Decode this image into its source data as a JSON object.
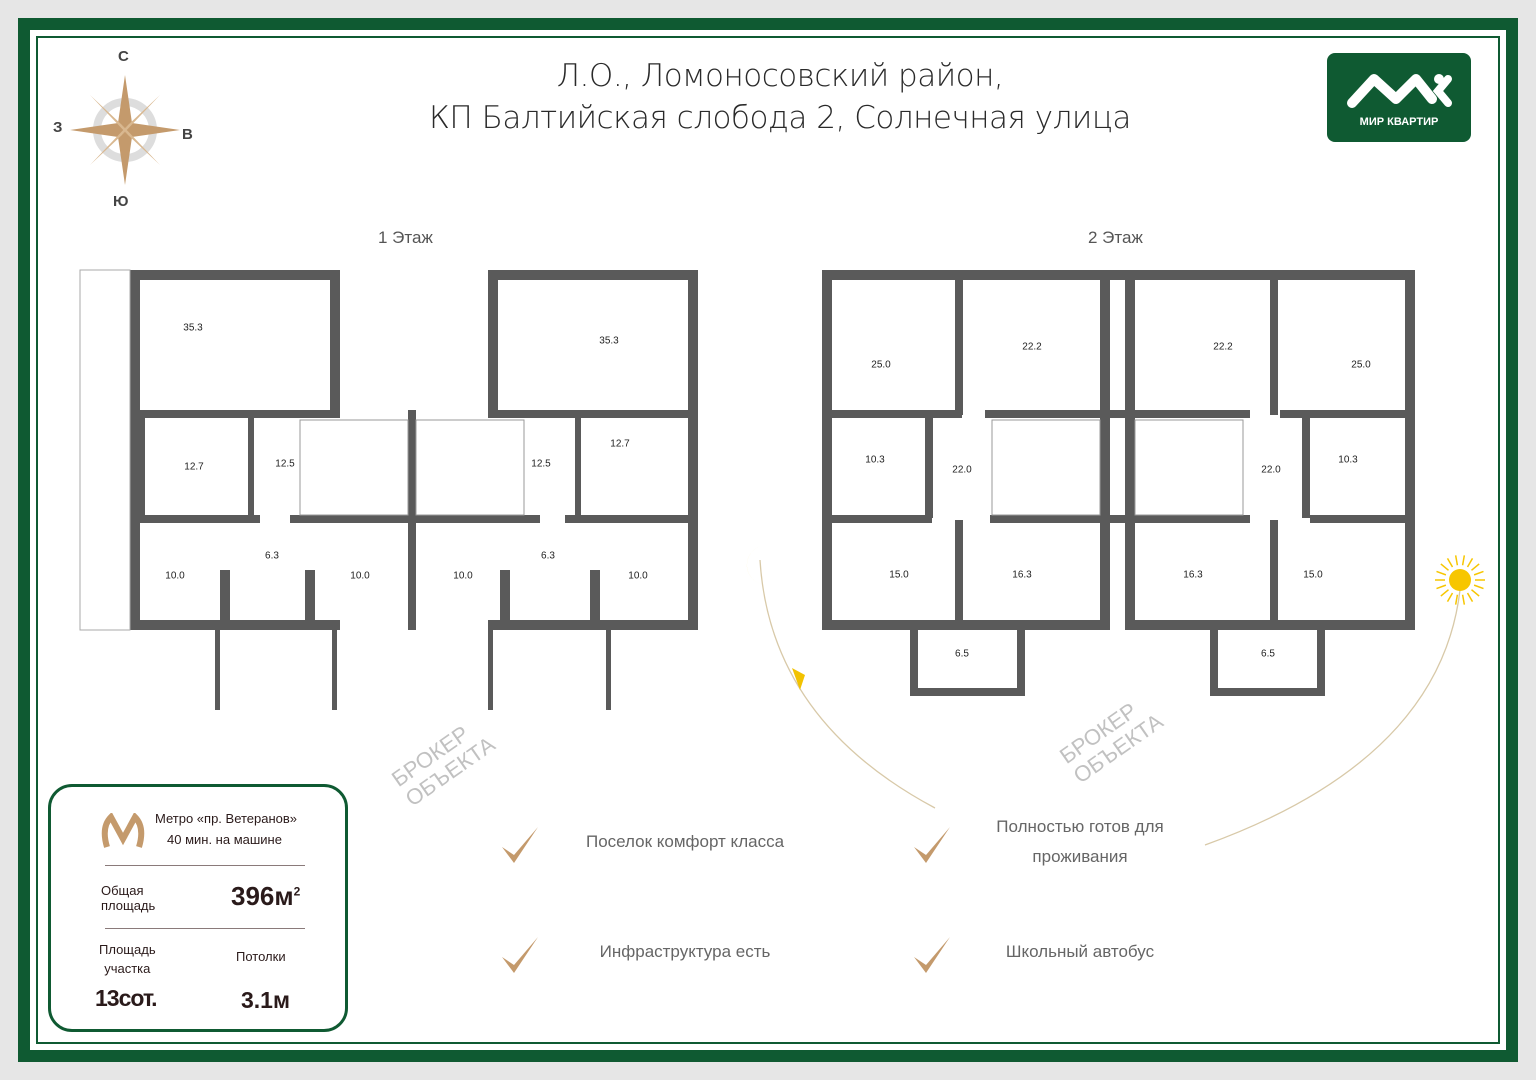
{
  "header": {
    "line1": "Л.О., Ломоносовский район,",
    "line2": "КП Балтийская слобода 2, Солнечная улица"
  },
  "logo": {
    "text": "МИР КВАРТИР",
    "color": "#0f5a32"
  },
  "compass": {
    "north": "С",
    "south": "Ю",
    "west": "З",
    "east": "В"
  },
  "floors": [
    {
      "label": "1 Этаж",
      "rooms": [
        "35.3",
        "35.3",
        "12.7",
        "12.5",
        "12.5",
        "12.7",
        "6.3",
        "6.3",
        "10.0",
        "10.0",
        "10.0",
        "10.0"
      ]
    },
    {
      "label": "2 Этаж",
      "rooms": [
        "25.0",
        "22.2",
        "22.2",
        "25.0",
        "10.3",
        "22.0",
        "22.0",
        "10.3",
        "15.0",
        "16.3",
        "16.3",
        "15.0",
        "6.5",
        "6.5"
      ]
    }
  ],
  "watermark": {
    "line1": "БРОКЕР",
    "line2": "ОБЪЕКТА"
  },
  "info": {
    "metro": "Метро «пр. Ветеранов»",
    "metro_time": "40 мин. на машине",
    "total_label_1": "Общая",
    "total_label_2": "площадь",
    "total_value": "396м",
    "total_sup": "2",
    "plot_label_1": "Площадь",
    "plot_label_2": "участка",
    "plot_value": "13сот.",
    "ceiling_label": "Потолки",
    "ceiling_value": "3.1м"
  },
  "features": [
    "Поселок комфорт класса",
    "Полностью готов для",
    "проживания",
    "Инфраструктура есть",
    "Школьный автобус"
  ],
  "colors": {
    "green": "#0f5a32",
    "gold": "#c49a6c",
    "wall": "#5a5a5a"
  }
}
